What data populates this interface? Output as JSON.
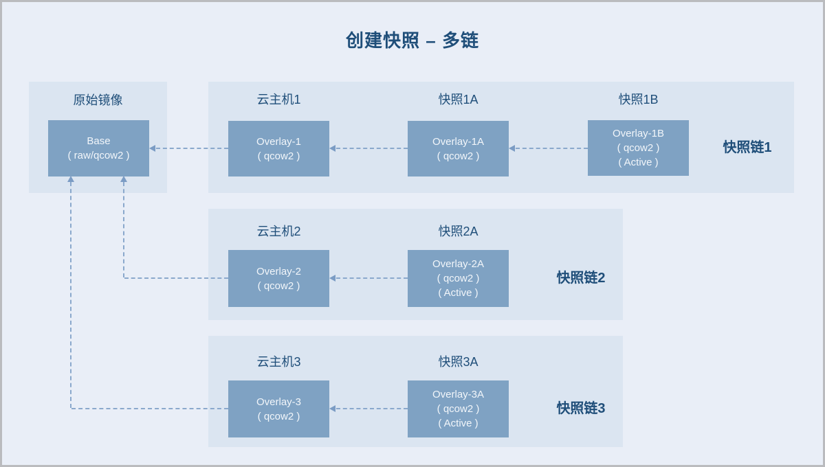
{
  "title": "创建快照 – 多链",
  "colors": {
    "accent_dark": "#1F4E79",
    "panel_bg": "#DBE5F1",
    "node_bg": "#7FA2C3",
    "node_text": "#F2F6FA",
    "connector": "#8AA8CC",
    "page_bg": "#E9EEF7",
    "frame_border": "#BABBBE"
  },
  "base": {
    "label": "原始镜像",
    "node": {
      "lines": [
        "Base",
        "( raw/qcow2 )"
      ]
    }
  },
  "chains": [
    {
      "chain_label": "快照链1",
      "nodes": [
        {
          "label": "云主机1",
          "lines": [
            "Overlay-1",
            "( qcow2 )"
          ]
        },
        {
          "label": "快照1A",
          "lines": [
            "Overlay-1A",
            "( qcow2 )"
          ]
        },
        {
          "label": "快照1B",
          "lines": [
            "Overlay-1B",
            "( qcow2 )",
            "( Active )"
          ]
        }
      ]
    },
    {
      "chain_label": "快照链2",
      "nodes": [
        {
          "label": "云主机2",
          "lines": [
            "Overlay-2",
            "( qcow2 )"
          ]
        },
        {
          "label": "快照2A",
          "lines": [
            "Overlay-2A",
            "( qcow2 )",
            "( Active )"
          ]
        }
      ]
    },
    {
      "chain_label": "快照链3",
      "nodes": [
        {
          "label": "云主机3",
          "lines": [
            "Overlay-3",
            "( qcow2 )"
          ]
        },
        {
          "label": "快照3A",
          "lines": [
            "Overlay-3A",
            "( qcow2 )",
            "( Active )"
          ]
        }
      ]
    }
  ]
}
